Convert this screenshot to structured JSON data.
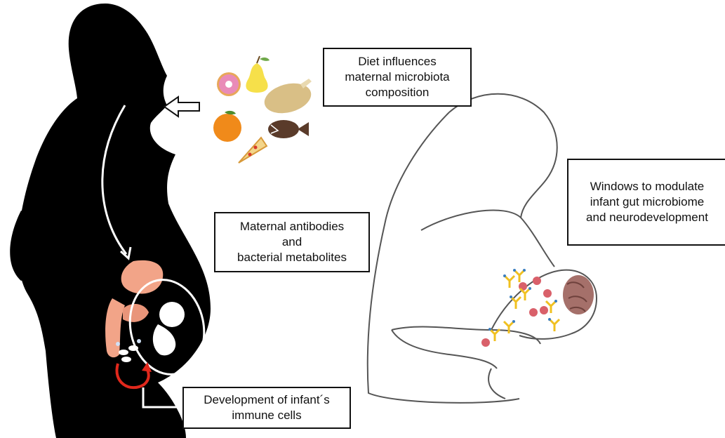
{
  "labels": {
    "diet": [
      "Diet influences",
      "maternal microbiota",
      "composition"
    ],
    "antibodies": [
      "Maternal antibodies",
      "and",
      "bacterial metabolites"
    ],
    "windows": [
      "Windows to modulate",
      "infant gut microbiome",
      "and neurodevelopment"
    ],
    "immune": [
      "Development of infant´s",
      "immune cells"
    ]
  },
  "food_icons": [
    "donut-icon",
    "pear-icon",
    "roast-chicken-icon",
    "orange-icon",
    "anglerfish-icon",
    "pizza-slice-icon"
  ],
  "colors": {
    "silhouette": "#000000",
    "organs": "#f2a488",
    "arrow_red": "#e0281c",
    "brain": "#a5706a",
    "metabolite_dots": "#d9606a",
    "antibody_yellow": "#f0c020",
    "antibody_blue": "#3a7ec0"
  }
}
